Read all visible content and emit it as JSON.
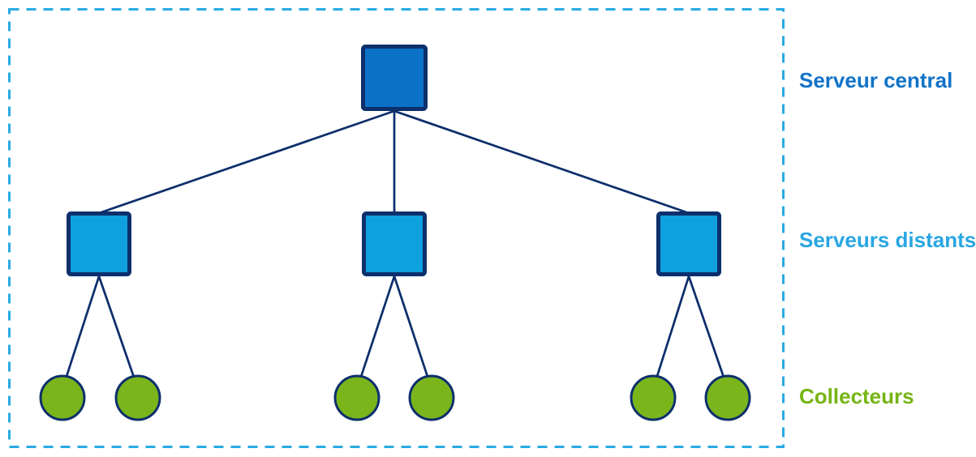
{
  "labels": {
    "central": "Serveur central",
    "remote": "Serveurs distants",
    "collectors": "Collecteurs"
  },
  "colors": {
    "frame_dash": "#29ABE3",
    "connector": "#0D2F6C",
    "node_border": "#0D2F6C",
    "central_fill": "#0C72C8",
    "remote_fill": "#0FA0E0",
    "collector_fill": "#7AB51C",
    "central_label_color": "#1173C7",
    "remote_label_color": "#29A6E2",
    "collector_label_color": "#76B514"
  },
  "topology": {
    "type": "tree",
    "central_servers": 1,
    "remote_servers": 3,
    "collectors_per_remote_server": 2,
    "total_collectors": 6,
    "description_levels": [
      "Serveur central",
      "Serveurs distants",
      "Collecteurs"
    ]
  }
}
